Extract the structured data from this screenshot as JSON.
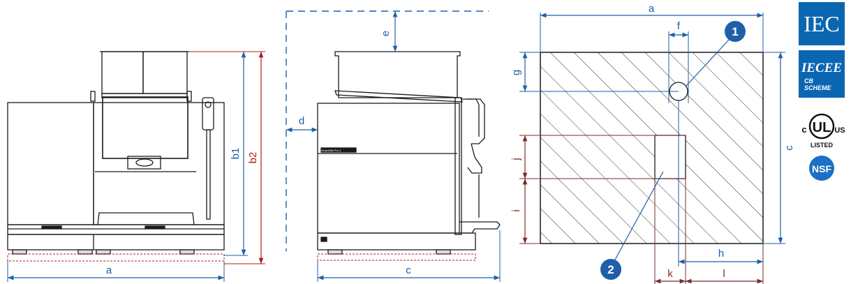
{
  "colors": {
    "blue": "#1f5fa8",
    "red": "#b31b1b",
    "brown": "#7a2b2b",
    "outline": "#1a1a1a",
    "hatch": "#333333",
    "gray": "#b9b9b9",
    "iec_blue": "#0b66b2",
    "nsf_blue": "#1b6fc4"
  },
  "front_view": {
    "dim_width": "a",
    "dim_height_1": "b1",
    "dim_height_2": "b2"
  },
  "side_view": {
    "dim_depth": "c",
    "dim_back_clearance": "d",
    "dim_top_clearance": "e",
    "brand_text": "SmartMilk Pro 4"
  },
  "footprint_plan": {
    "dim_a": "a",
    "dim_c": "c",
    "dim_f": "f",
    "dim_g": "g",
    "dim_h": "h",
    "dim_i": "i",
    "dim_j": "j",
    "dim_k": "k",
    "dim_l": "l",
    "marker_1": "1",
    "marker_2": "2"
  },
  "certifications": {
    "iec": "IEC",
    "iecee": "IECEE",
    "iecee_sub1": "CB",
    "iecee_sub2": "SCHEME",
    "ul_c": "c",
    "ul_mark": "UL",
    "ul_us": "US",
    "ul_listed": "LISTED",
    "nsf": "NSF"
  }
}
